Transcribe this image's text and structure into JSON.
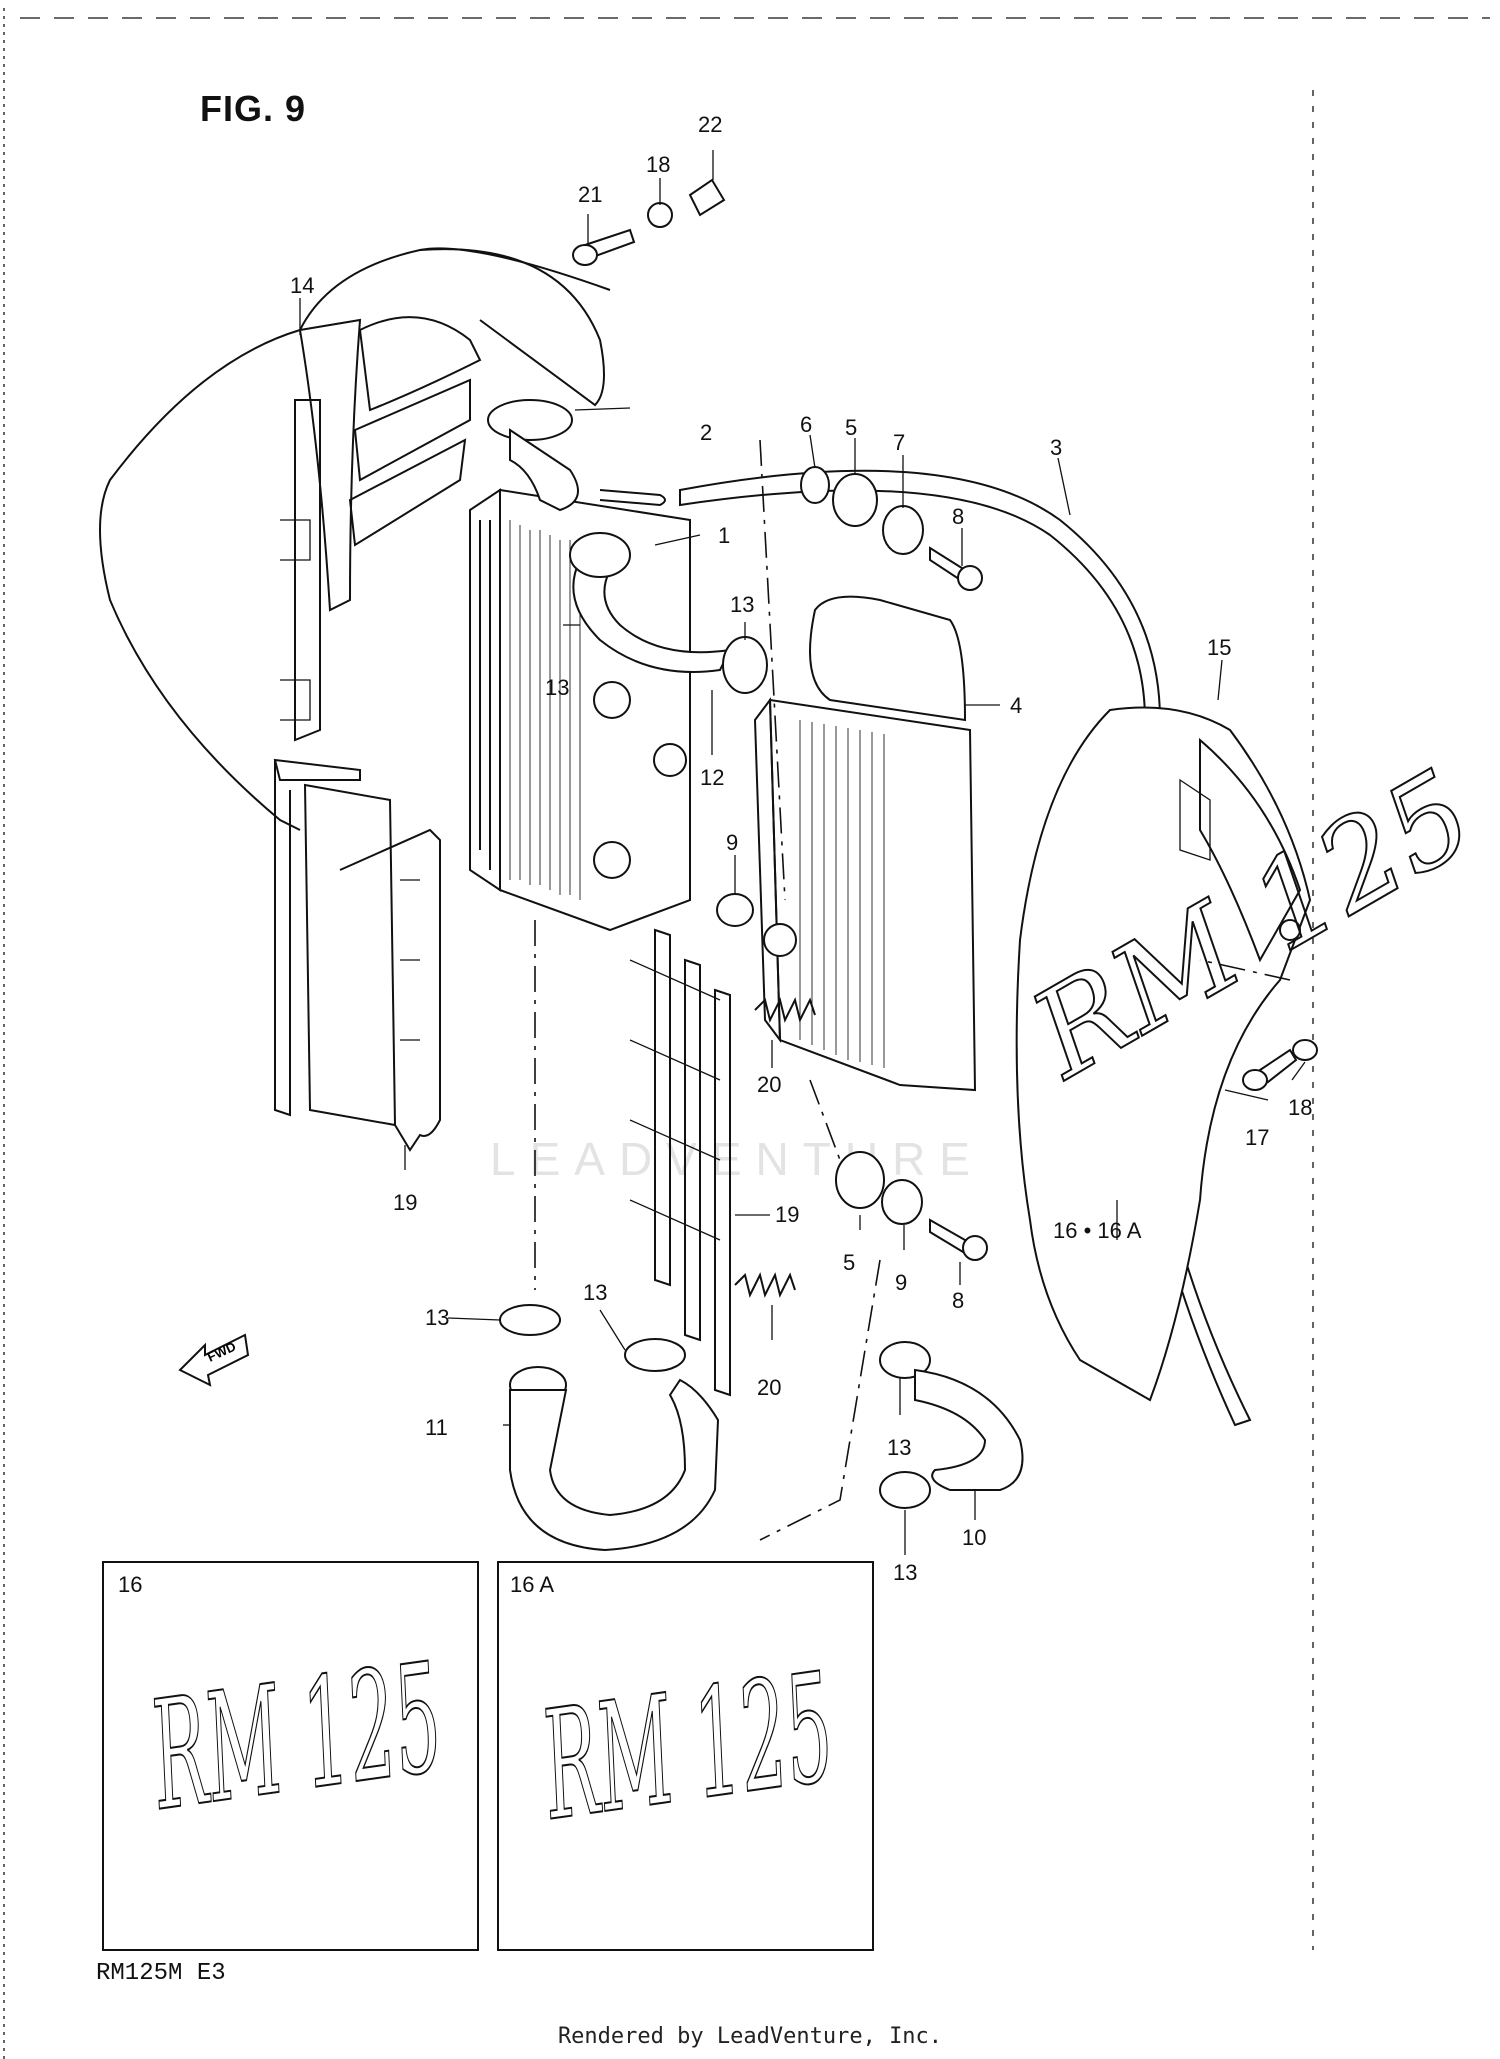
{
  "figure": {
    "title": "FIG. 9",
    "model_code": "RM125M  E3",
    "footer": "Rendered by LeadVenture, Inc.",
    "watermark": "LEADVENTURE"
  },
  "callouts": [
    "1",
    "2",
    "3",
    "4",
    "5",
    "5",
    "6",
    "7",
    "8",
    "8",
    "9",
    "9",
    "10",
    "11",
    "12",
    "13",
    "13",
    "13",
    "13",
    "13",
    "13",
    "14",
    "15",
    "16 • 16 A",
    "17",
    "18",
    "18",
    "19",
    "19",
    "20",
    "20",
    "21",
    "22"
  ],
  "direction_arrow": {
    "label": "FWD",
    "icon": "fwd-arrow-icon"
  },
  "insets": [
    {
      "label": "16",
      "decal_text": "RM 125"
    },
    {
      "label": "16 A",
      "decal_text": "RM 125"
    }
  ]
}
